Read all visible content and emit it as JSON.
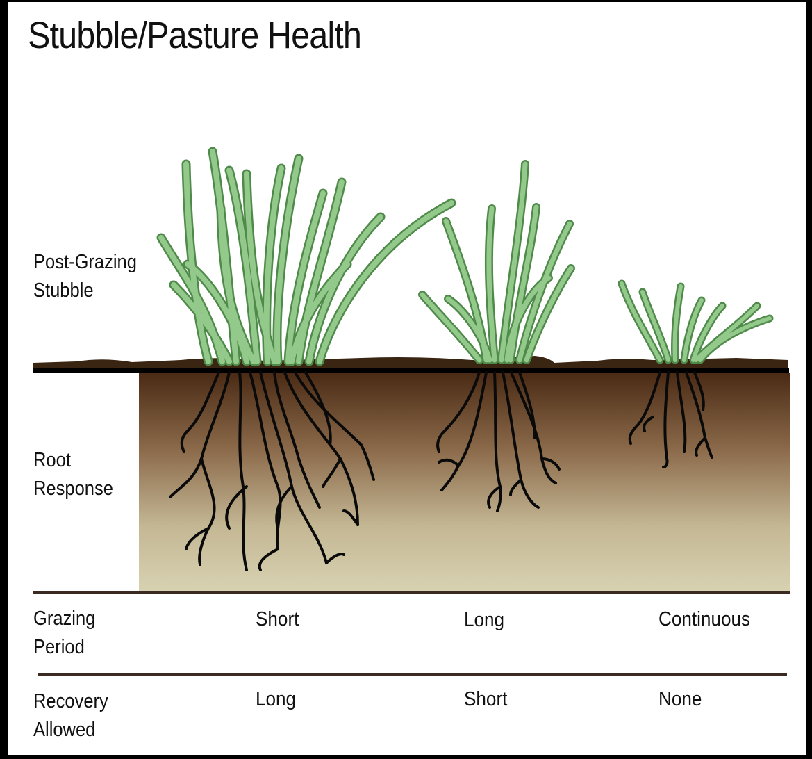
{
  "title": "Stubble/Pasture Health",
  "rows": {
    "stubble": "Post-Grazing\nStubble",
    "root": "Root\nResponse",
    "grazing": "Grazing\nPeriod",
    "recovery": "Recovery\nAllowed"
  },
  "columns": [
    {
      "grazing_period": "Short",
      "recovery_allowed": "Long"
    },
    {
      "grazing_period": "Long",
      "recovery_allowed": "Short"
    },
    {
      "grazing_period": "Continuous",
      "recovery_allowed": "None"
    }
  ],
  "colors": {
    "grass": "#93c98a",
    "grass_outline": "#4f8a4a",
    "soil_top": "#4a2a14",
    "soil_bottom": "#d8d2b2",
    "roots": "#0a0a0a",
    "ground_line": "#000000"
  }
}
